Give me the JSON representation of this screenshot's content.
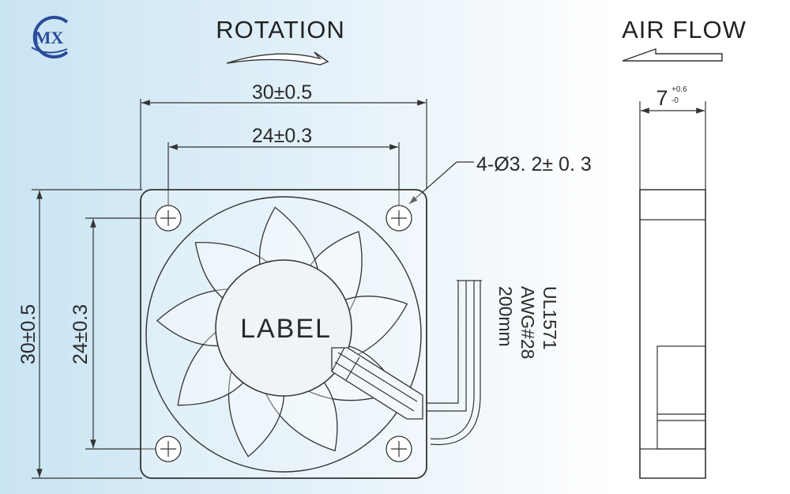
{
  "logo": {
    "text": "MX",
    "color": "#2a4a9a"
  },
  "headings": {
    "rotation": "ROTATION",
    "air_flow": "AIR FLOW"
  },
  "front_view": {
    "outer_width": "30±0.5",
    "hole_spacing_width": "24±0.3",
    "outer_height": "30±0.5",
    "hole_spacing_height": "24±0.3",
    "hole_callout": "4-Ø3. 2± 0. 3",
    "center_label": "LABEL"
  },
  "wire": {
    "line1": "UL1571",
    "line2": "AWG#28",
    "line3": "200mm"
  },
  "side_view": {
    "thickness": "7",
    "tol_upper": "+0.6",
    "tol_lower": "-0"
  },
  "colors": {
    "line": "#333333",
    "text": "#2a2a2a",
    "background_left": "#c9e4f3",
    "background_right": "#ffffff"
  }
}
